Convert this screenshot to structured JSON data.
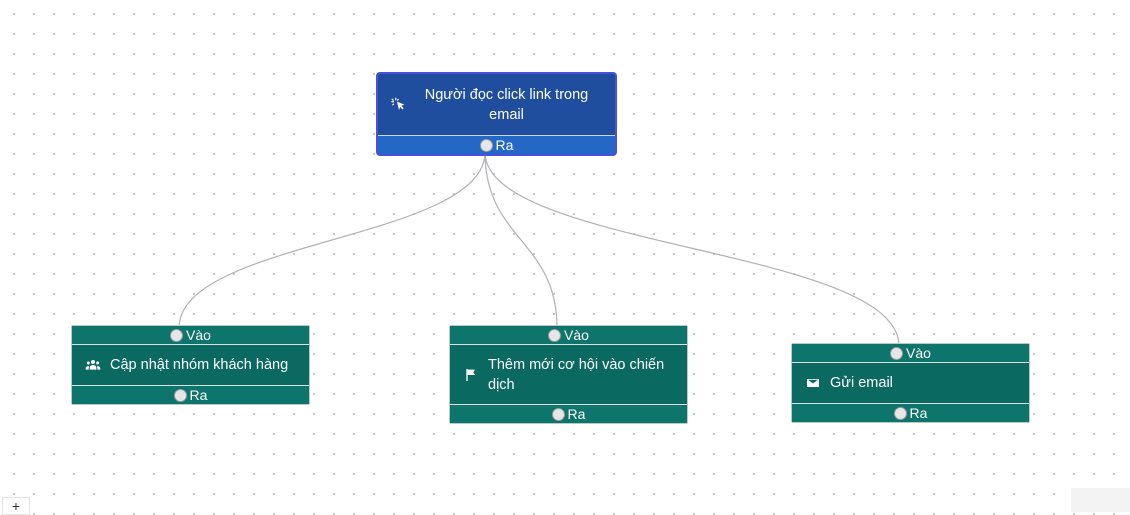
{
  "nodes": {
    "trigger": {
      "label": "Người đọc click link trong email",
      "icon": "cursor-click-icon",
      "output_label": "Ra",
      "color": "#1f4e9e",
      "border_color": "#4b4fe0"
    },
    "update_group": {
      "label": "Cập nhật nhóm khách hàng",
      "icon": "people-group-icon",
      "input_label": "Vào",
      "output_label": "Ra",
      "color": "#0a6961"
    },
    "add_opportunity": {
      "label": "Thêm mới cơ hội vào chiến dịch",
      "icon": "flag-icon",
      "input_label": "Vào",
      "output_label": "Ra",
      "color": "#0a6961"
    },
    "send_email": {
      "label": "Gửi email",
      "icon": "envelope-icon",
      "input_label": "Vào",
      "output_label": "Ra",
      "color": "#0a6961"
    }
  },
  "edges": [
    {
      "from": "trigger",
      "to": "update_group"
    },
    {
      "from": "trigger",
      "to": "add_opportunity"
    },
    {
      "from": "trigger",
      "to": "send_email"
    }
  ],
  "controls": {
    "zoom_in_label": "+"
  },
  "colors": {
    "edge": "#b1b1b7",
    "canvas_dot": "#c4c4c4"
  }
}
